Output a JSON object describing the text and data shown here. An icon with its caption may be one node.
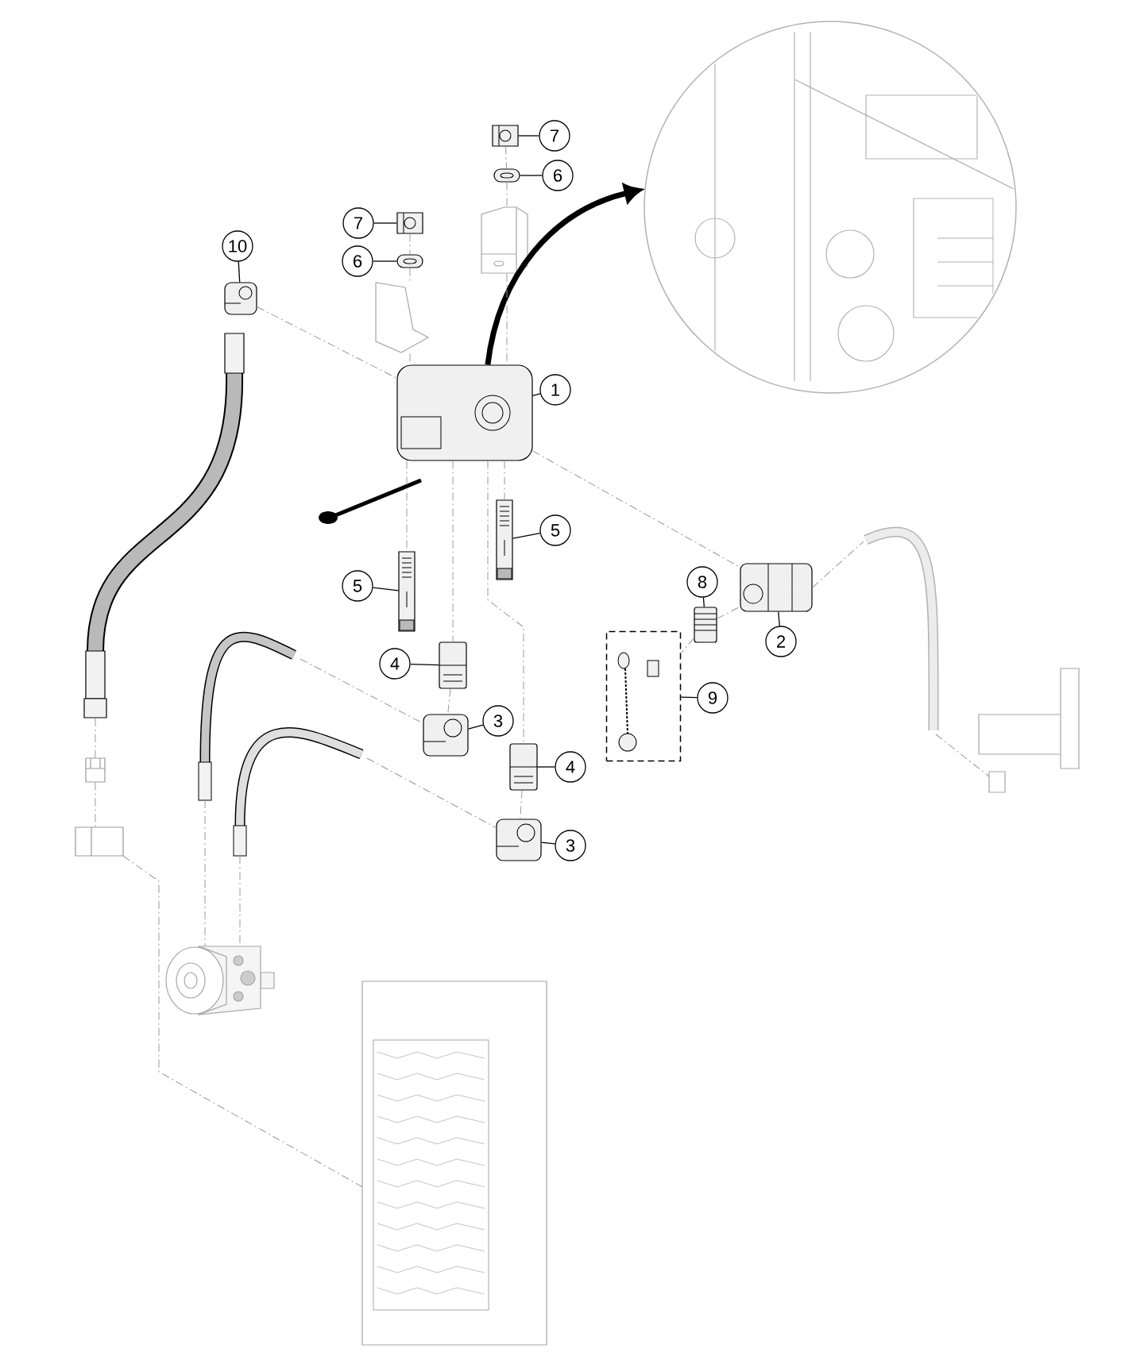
{
  "diagram": {
    "nodes": [
      {
        "text": [
          "7"
        ]
      },
      {
        "text": [
          "6"
        ]
      },
      {
        "text": [
          "7"
        ]
      },
      {
        "text": [
          "6"
        ]
      },
      {
        "text": [
          "10"
        ]
      },
      {
        "text": [
          "1"
        ]
      },
      {
        "text": [
          "5"
        ]
      },
      {
        "text": [
          "5"
        ]
      },
      {
        "text": [
          "8"
        ]
      },
      {
        "text": [
          "2"
        ]
      },
      {
        "text": [
          "4"
        ]
      },
      {
        "text": [
          "3"
        ]
      },
      {
        "text": [
          "9"
        ]
      },
      {
        "text": [
          "4"
        ]
      },
      {
        "text": [
          "3"
        ]
      },
      {
        "text": [],
        "shape": "picture"
      },
      {
        "text": [],
        "shape": "picture"
      },
      {
        "text": [],
        "shape": "picture"
      },
      {
        "text": [],
        "shape": "picture"
      },
      {
        "text": [],
        "shape": "picture"
      },
      {
        "text": [],
        "shape": "picture"
      },
      {
        "text": [],
        "shape": "picture"
      },
      {
        "text": [],
        "shape": "picture"
      },
      {
        "text": [],
        "shape": "picture"
      },
      {
        "text": [],
        "shape": "picture"
      },
      {
        "text": [],
        "shape": "picture"
      },
      {
        "text": [],
        "shape": "picture"
      },
      {
        "text": [],
        "shape": "box"
      },
      {
        "text": [],
        "shape": "picture"
      },
      {
        "text": [],
        "shape": "picture"
      },
      {
        "text": [],
        "shape": "picture"
      },
      {
        "text": [],
        "shape": "picture"
      },
      {
        "text": [],
        "shape": "picture"
      },
      {
        "text": [],
        "shape": "picture"
      },
      {
        "text": [],
        "shape": "picture"
      },
      {
        "text": [],
        "shape": "picture"
      },
      {
        "text": [],
        "shape": "picture"
      },
      {
        "text": [],
        "shape": "picture"
      },
      {
        "text": [],
        "shape": "picture"
      },
      {
        "text": [],
        "shape": "picture"
      },
      {
        "text": [],
        "shape": "picture"
      },
      {
        "text": [],
        "shape": "picture"
      }
    ],
    "edges": [
      {
        "from": 0,
        "to": 15,
        "arrow": "none",
        "color": "#000000"
      },
      {
        "from": 1,
        "to": 16,
        "arrow": "none",
        "color": "#000000"
      },
      {
        "from": 2,
        "to": 17,
        "arrow": "none",
        "color": "#000000"
      },
      {
        "from": 3,
        "to": 18,
        "arrow": "none",
        "color": "#000000"
      },
      {
        "from": 4,
        "to": 19,
        "arrow": "none",
        "color": "#000000"
      },
      {
        "from": 5,
        "to": 20,
        "arrow": "none",
        "color": "#000000"
      },
      {
        "from": 6,
        "to": 21,
        "arrow": "none",
        "color": "#000000"
      },
      {
        "from": 7,
        "to": 22,
        "arrow": "none",
        "color": "#000000"
      },
      {
        "from": 8,
        "to": 23,
        "arrow": "none",
        "color": "#000000"
      },
      {
        "from": 9,
        "to": 24,
        "arrow": "none",
        "color": "#000000"
      },
      {
        "from": 10,
        "to": 25,
        "arrow": "none",
        "color": "#000000"
      },
      {
        "from": 11,
        "to": 26,
        "arrow": "none",
        "color": "#000000"
      },
      {
        "from": 12,
        "to": 27,
        "arrow": "none",
        "color": "#000000"
      },
      {
        "from": 13,
        "to": 28,
        "arrow": "none",
        "color": "#000000"
      },
      {
        "from": 14,
        "to": 29,
        "arrow": "none",
        "color": "#000000"
      },
      {
        "from": 20,
        "to": 30,
        "arrow": "to",
        "style": "thick",
        "color": "#000000"
      },
      {
        "from": 15,
        "to": 16,
        "arrow": "none",
        "style": "dashed",
        "color": "#999999"
      },
      {
        "from": 16,
        "to": 40,
        "arrow": "none",
        "style": "dashed",
        "color": "#999999"
      },
      {
        "from": 17,
        "to": 18,
        "arrow": "none",
        "style": "dashed",
        "color": "#999999"
      },
      {
        "from": 18,
        "to": 41,
        "arrow": "none",
        "style": "dashed",
        "color": "#999999"
      },
      {
        "from": 19,
        "to": 20,
        "arrow": "none",
        "style": "dashed",
        "color": "#999999"
      },
      {
        "from": 20,
        "to": 24,
        "arrow": "none",
        "style": "dashed",
        "color": "#999999"
      },
      {
        "from": 20,
        "to": 21,
        "arrow": "none",
        "style": "dashed",
        "color": "#999999"
      },
      {
        "from": 20,
        "to": 22,
        "arrow": "none",
        "style": "dashed",
        "color": "#999999"
      },
      {
        "from": 20,
        "to": 25,
        "arrow": "none",
        "style": "dashed",
        "color": "#999999"
      },
      {
        "from": 20,
        "to": 28,
        "arrow": "none",
        "style": "dashed",
        "color": "#999999"
      },
      {
        "from": 25,
        "to": 26,
        "arrow": "none",
        "style": "dashed",
        "color": "#999999"
      },
      {
        "from": 28,
        "to": 29,
        "arrow": "none",
        "style": "dashed",
        "color": "#999999"
      },
      {
        "from": 23,
        "to": 24,
        "arrow": "none",
        "style": "dashed",
        "color": "#999999"
      },
      {
        "from": 23,
        "to": 27,
        "arrow": "none",
        "style": "dashed",
        "color": "#999999"
      },
      {
        "from": 40,
        "to": 20,
        "arrow": "none",
        "style": "dashed",
        "color": "#999999"
      },
      {
        "from": 41,
        "to": 20,
        "arrow": "none",
        "style": "dashed",
        "color": "#999999"
      },
      {
        "from": 31,
        "to": 32,
        "arrow": "none",
        "style": "dashed",
        "color": "#999999"
      },
      {
        "from": 32,
        "to": 33,
        "arrow": "none",
        "style": "dashed",
        "color": "#999999"
      },
      {
        "from": 33,
        "to": 37,
        "arrow": "none",
        "style": "dashed",
        "color": "#999999"
      },
      {
        "from": 34,
        "to": 36,
        "arrow": "none",
        "style": "dashed",
        "color": "#999999"
      },
      {
        "from": 35,
        "to": 36,
        "arrow": "none",
        "style": "dashed",
        "color": "#999999"
      },
      {
        "from": 34,
        "to": 26,
        "arrow": "none",
        "style": "dashed",
        "color": "#999999"
      },
      {
        "from": 35,
        "to": 29,
        "arrow": "none",
        "style": "dashed",
        "color": "#999999"
      },
      {
        "from": 24,
        "to": 38,
        "arrow": "none",
        "style": "dashed",
        "color": "#999999"
      },
      {
        "from": 38,
        "to": 39,
        "arrow": "none",
        "style": "dashed",
        "color": "#999999"
      }
    ]
  }
}
